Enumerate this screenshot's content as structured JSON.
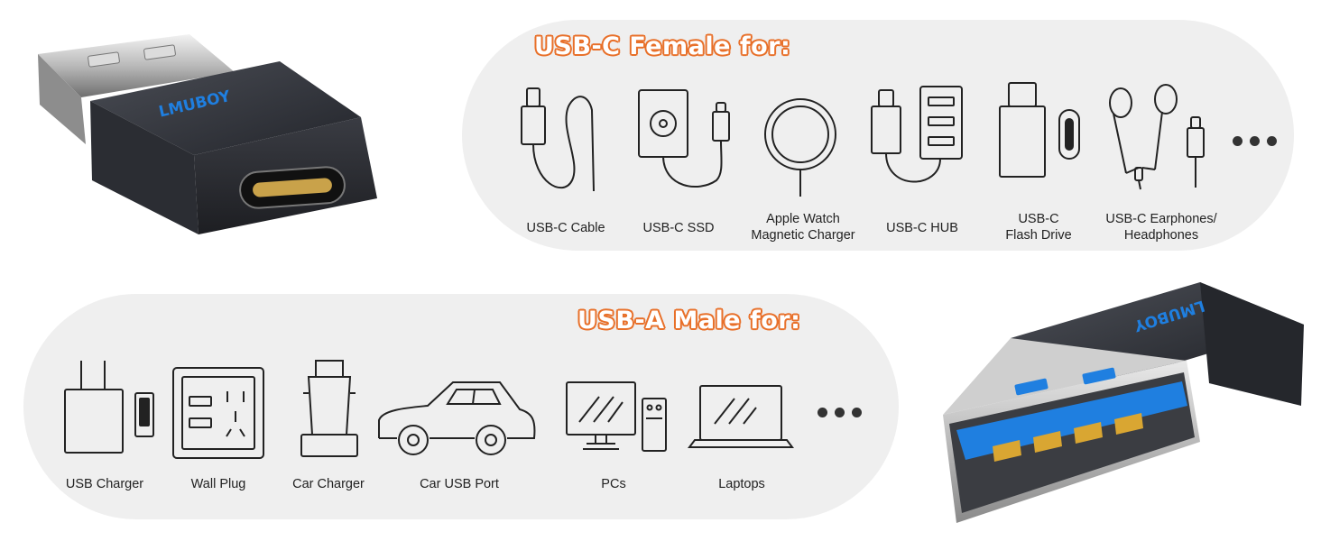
{
  "brand": "LMUBOY",
  "colors": {
    "accent": "#e8702a",
    "panel": "#efefef",
    "connector_blue": "#1f7fe0"
  },
  "female_section": {
    "title": "USB-C Female for:",
    "items": [
      {
        "icon": "usb-c-cable-icon",
        "label": "USB-C Cable"
      },
      {
        "icon": "usb-c-ssd-icon",
        "label": "USB-C SSD"
      },
      {
        "icon": "magnetic-charger-icon",
        "label_line1": "Apple Watch",
        "label_line2": "Magnetic Charger"
      },
      {
        "icon": "usb-c-hub-icon",
        "label": "USB-C HUB"
      },
      {
        "icon": "flash-drive-icon",
        "label_line1": "USB-C",
        "label_line2": "Flash Drive"
      },
      {
        "icon": "earphones-icon",
        "label_line1": "USB-C Earphones/",
        "label_line2": "Headphones"
      }
    ]
  },
  "male_section": {
    "title": "USB-A Male for:",
    "items": [
      {
        "icon": "usb-charger-icon",
        "label": "USB Charger"
      },
      {
        "icon": "wall-plug-icon",
        "label": "Wall Plug"
      },
      {
        "icon": "car-charger-icon",
        "label": "Car Charger"
      },
      {
        "icon": "car-icon",
        "label": "Car USB Port"
      },
      {
        "icon": "pc-icon",
        "label": "PCs"
      },
      {
        "icon": "laptop-icon",
        "label": "Laptops"
      }
    ]
  }
}
